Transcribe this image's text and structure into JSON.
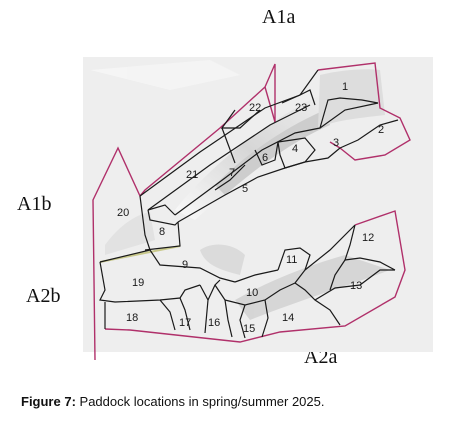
{
  "regions": {
    "a1a": "A1a",
    "a1b": "A1b",
    "a2b": "A2b",
    "a2a": "A2a"
  },
  "paddocks": [
    "1",
    "2",
    "3",
    "4",
    "5",
    "6",
    "7",
    "8",
    "9",
    "10",
    "11",
    "12",
    "13",
    "14",
    "15",
    "16",
    "17",
    "18",
    "19",
    "20",
    "21",
    "22",
    "23"
  ],
  "caption": {
    "figure_label": "Figure 7:",
    "text": " Paddock locations in spring/summer 2025."
  },
  "colors": {
    "boundary_outer": "#b0306a",
    "boundary_inner": "#1a1a1a",
    "track": "#c8c88a",
    "terrain_base": "#ececec",
    "terrain_ridge": "#b9b9b9"
  }
}
